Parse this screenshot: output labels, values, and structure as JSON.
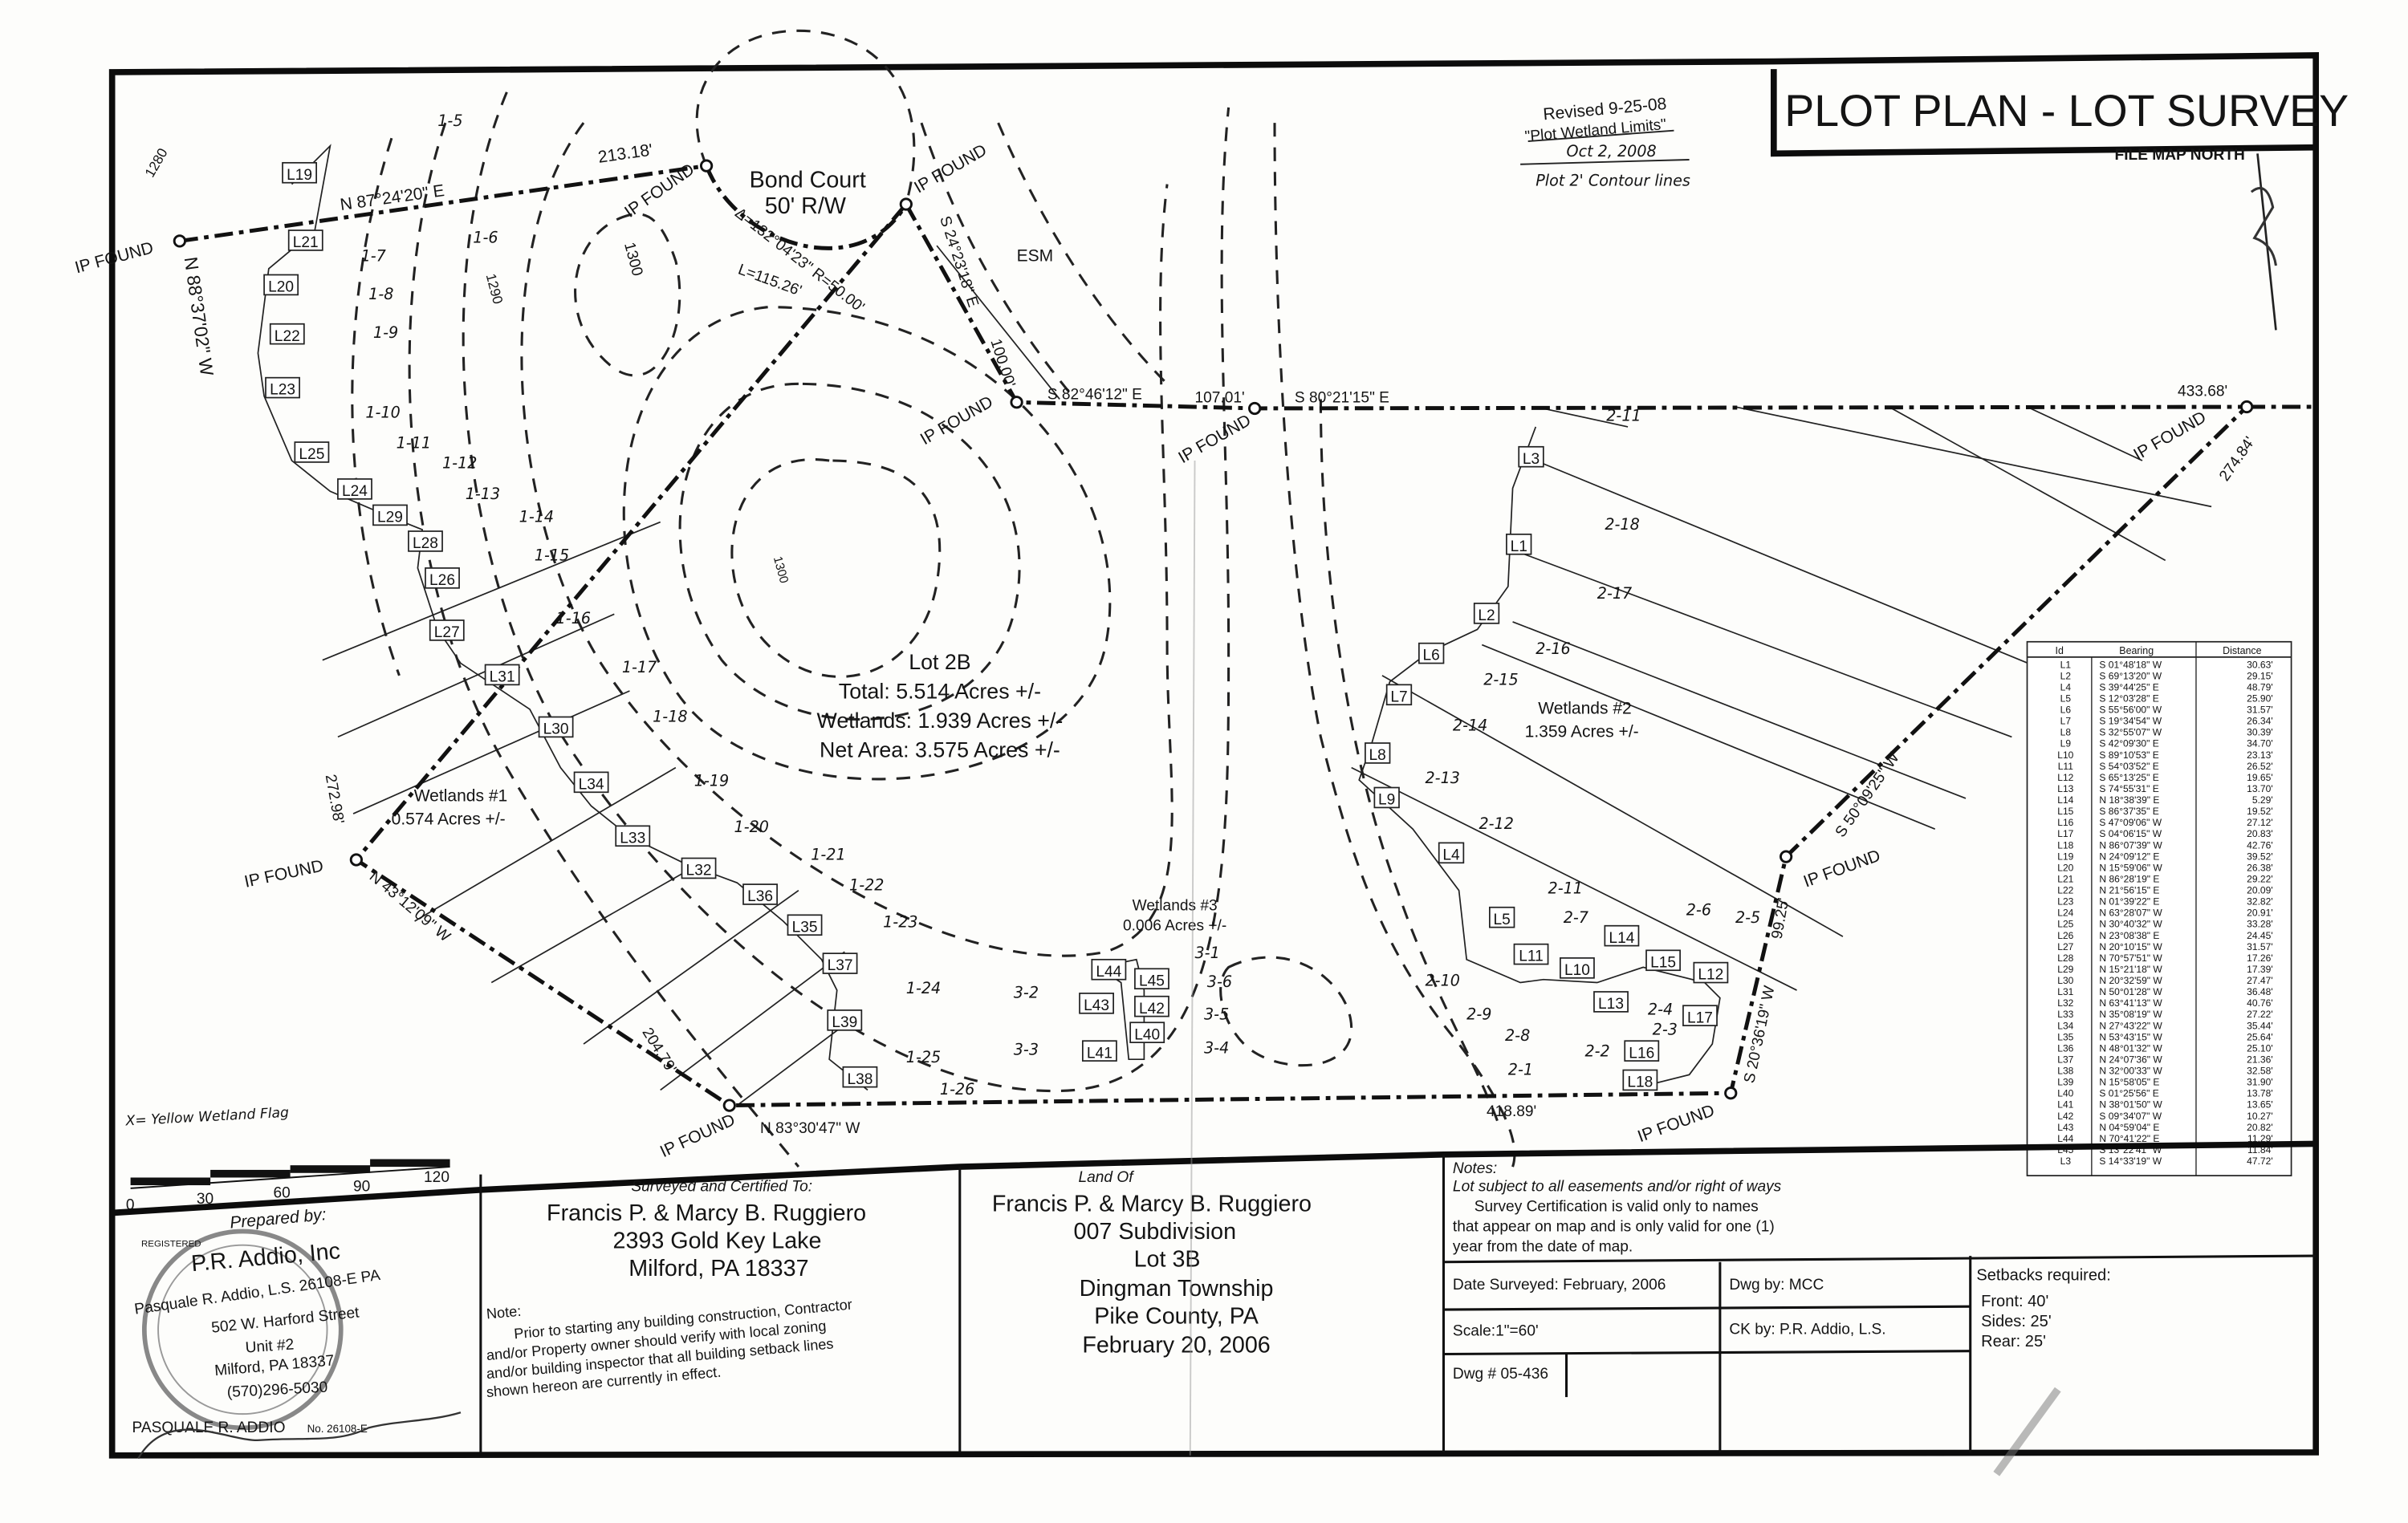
{
  "title": "PLOT PLAN - LOT SURVEY",
  "file_map_north": "FILE MAP NORTH",
  "revision": {
    "line1": "Revised 9-25-08",
    "line2": "\"Plot Wetland Limits\"",
    "date": "Oct 2, 2008",
    "note": "Plot 2' Contour lines"
  },
  "map": {
    "road_name": "Bond Court",
    "road_row": "50' R/W",
    "curve_delta": "Δ=132°04'23\"  R=50.00'",
    "curve_length": "L=115.26'",
    "esm": "ESM",
    "ip_found": "IP FOUND",
    "bearings": {
      "north_line": "N 87°24'20\" E",
      "north_dist": "213.18'",
      "cul_east": "S 24°23'18\" E",
      "cul_east_dist": "100.00'",
      "mid_line": "S 82°46'12\" E",
      "mid_dist": "107.01'",
      "east_line": "S 80°21'15\" E",
      "east_dist": "433.68'",
      "ne_dist": "274.84'",
      "se_line": "S 50°09'25\" W",
      "se_dist": "99.25'",
      "s_line": "S 20°36'19\" W",
      "south_dist": "418.89'",
      "south_line": "N 83°30'47\" W",
      "sw_dist": "204.79'",
      "sw_line": "N 43°12'09\" W",
      "west_dist": "272.98'",
      "west_line": "N 88°37'02\" W"
    },
    "contours": [
      "1280",
      "1290",
      "1300",
      "1300"
    ],
    "lot": {
      "name": "Lot 2B",
      "total": "Total: 5.514 Acres +/-",
      "wetlands": "Wetlands: 1.939 Acres +/-",
      "net": "Net Area: 3.575 Acres +/-"
    },
    "wetlands": [
      {
        "name": "Wetlands #1",
        "area": "0.574 Acres +/-"
      },
      {
        "name": "Wetlands #2",
        "area": "1.359 Acres +/-"
      },
      {
        "name": "Wetlands #3",
        "area": "0.006 Acres +/-"
      }
    ],
    "flag_legend": "X= Yellow Wetland Flag",
    "line_labels": [
      "L1",
      "L2",
      "L3",
      "L4",
      "L5",
      "L6",
      "L7",
      "L8",
      "L9",
      "L10",
      "L11",
      "L12",
      "L13",
      "L14",
      "L15",
      "L16",
      "L17",
      "L18",
      "L19",
      "L20",
      "L21",
      "L22",
      "L23",
      "L24",
      "L25",
      "L26",
      "L27",
      "L28",
      "L29",
      "L30",
      "L31",
      "L32",
      "L33",
      "L34",
      "L35",
      "L36",
      "L37",
      "L38",
      "L39",
      "L40",
      "L41",
      "L42",
      "L43",
      "L44",
      "L45"
    ],
    "flags": [
      "1-5",
      "1-6",
      "1-7",
      "1-8",
      "1-9",
      "1-10",
      "1-11",
      "1-12",
      "1-13",
      "1-14",
      "1-15",
      "1-16",
      "1-17",
      "1-18",
      "1-19",
      "1-20",
      "1-21",
      "1-22",
      "1-23",
      "1-24",
      "1-25",
      "1-26",
      "2-1",
      "2-2",
      "2-3",
      "2-4",
      "2-5",
      "2-6",
      "2-7",
      "2-8",
      "2-9",
      "2-10",
      "2-11",
      "2-12",
      "2-13",
      "2-14",
      "2-15",
      "2-16",
      "2-17",
      "2-18",
      "2-11",
      "3-1",
      "3-2",
      "3-3",
      "3-4",
      "3-5",
      "3-6"
    ]
  },
  "line_table": {
    "headers": [
      "Id",
      "Bearing",
      "Distance"
    ],
    "rows": [
      [
        "L1",
        "S 01°48'18\" W",
        "30.63'"
      ],
      [
        "L2",
        "S 69°13'20\" W",
        "29.15'"
      ],
      [
        "L4",
        "S 39°44'25\" E",
        "48.79'"
      ],
      [
        "L5",
        "S 12°03'28\" E",
        "25.90'"
      ],
      [
        "L6",
        "S 55°56'00\" W",
        "31.57'"
      ],
      [
        "L7",
        "S 19°34'54\" W",
        "26.34'"
      ],
      [
        "L8",
        "S 32°55'07\" W",
        "30.39'"
      ],
      [
        "L9",
        "S 42°09'30\" E",
        "34.70'"
      ],
      [
        "L10",
        "S 89°10'53\" E",
        "23.13'"
      ],
      [
        "L11",
        "S 54°03'52\" E",
        "26.52'"
      ],
      [
        "L12",
        "S 65°13'25\" E",
        "19.65'"
      ],
      [
        "L13",
        "S 74°55'31\" E",
        "13.70'"
      ],
      [
        "L14",
        "N 18°38'39\" E",
        "5.29'"
      ],
      [
        "L15",
        "S 86°37'35\" E",
        "19.52'"
      ],
      [
        "L16",
        "S 47°09'06\" W",
        "27.12'"
      ],
      [
        "L17",
        "S 04°06'15\" W",
        "20.83'"
      ],
      [
        "L18",
        "N 86°07'39\" W",
        "42.76'"
      ],
      [
        "L19",
        "N 24°09'12\" E",
        "39.52'"
      ],
      [
        "L20",
        "N 15°59'06\" W",
        "26.38'"
      ],
      [
        "L21",
        "N 86°28'19\" E",
        "29.22'"
      ],
      [
        "L22",
        "N 21°56'15\" E",
        "20.09'"
      ],
      [
        "L23",
        "N 01°39'22\" E",
        "32.82'"
      ],
      [
        "L24",
        "N 63°28'07\" W",
        "20.91'"
      ],
      [
        "L25",
        "N 30°40'32\" W",
        "33.28'"
      ],
      [
        "L26",
        "N 23°08'38\" E",
        "24.45'"
      ],
      [
        "L27",
        "N 20°10'15\" W",
        "31.57'"
      ],
      [
        "L28",
        "N 70°57'51\" W",
        "17.26'"
      ],
      [
        "L29",
        "N 15°21'18\" W",
        "17.39'"
      ],
      [
        "L30",
        "N 20°32'59\" W",
        "27.47'"
      ],
      [
        "L31",
        "N 50°01'28\" W",
        "36.48'"
      ],
      [
        "L32",
        "N 63°41'13\" W",
        "40.76'"
      ],
      [
        "L33",
        "N 35°08'19\" W",
        "27.22'"
      ],
      [
        "L34",
        "N 27°43'22\" W",
        "35.44'"
      ],
      [
        "L35",
        "N 53°43'15\" W",
        "25.64'"
      ],
      [
        "L36",
        "N 48°01'32\" W",
        "25.10'"
      ],
      [
        "L37",
        "N 24°07'36\" W",
        "21.36'"
      ],
      [
        "L38",
        "N 32°00'33\" W",
        "32.58'"
      ],
      [
        "L39",
        "N 15°58'05\" E",
        "31.90'"
      ],
      [
        "L40",
        "S 01°25'56\" E",
        "13.78'"
      ],
      [
        "L41",
        "N 38°01'50\" W",
        "13.65'"
      ],
      [
        "L42",
        "S 09°34'07\" W",
        "10.27'"
      ],
      [
        "L43",
        "N 04°59'04\" E",
        "20.82'"
      ],
      [
        "L44",
        "N 70°41'22\" E",
        "11.29'"
      ],
      [
        "L45",
        "S 13°22'41\" W",
        "11.84'"
      ],
      [
        "L3",
        "S 14°33'19\" W",
        "47.72'"
      ]
    ]
  },
  "scale_bar": {
    "ticks": [
      "0",
      "30",
      "60",
      "90",
      "120"
    ]
  },
  "prepared_by": {
    "label": "Prepared by:",
    "company": "P.R. Addio, Inc",
    "surveyor": "Pasquale R. Addio, L.S. 26108-E PA",
    "street": "502 W. Harford Street",
    "unit": "Unit #2",
    "city": "Milford, PA 18337",
    "phone": "(570)296-5030",
    "seal_name": "PASQUALE R. ADDIO",
    "seal_number": "No. 26108-E",
    "seal_registered": "REGISTERED"
  },
  "certified_to": {
    "label": "Surveyed and Certified To:",
    "name": "Francis P. & Marcy B. Ruggiero",
    "address1": "2393 Gold Key Lake",
    "address2": "Milford, PA 18337"
  },
  "note": {
    "label": "Note:",
    "lines": [
      "Prior to starting any building construction, Contractor",
      "and/or Property owner should verify with local zoning",
      "and/or building inspector that all building setback lines",
      "shown hereon are currently in effect."
    ]
  },
  "land_of": {
    "label": "Land Of",
    "name": "Francis P. & Marcy B. Ruggiero",
    "subdivision": "007 Subdivision",
    "lot": "Lot 3B",
    "township": "Dingman Township",
    "county": "Pike County, PA",
    "date": "February 20, 2006"
  },
  "notes": {
    "label": "Notes:",
    "line1": "Lot subject to all easements and/or right of ways",
    "lines": [
      "Survey Certification is valid only to names",
      "that appear on map and is only valid for one (1)",
      "year from the date of map."
    ]
  },
  "info": {
    "date_surveyed": "Date Surveyed: February, 2006",
    "dwg_by": "Dwg by: MCC",
    "scale": "Scale:1\"=60'",
    "ck_by": "CK by:  P.R. Addio, L.S.",
    "dwg_no": "Dwg # 05-436"
  },
  "setbacks": {
    "label": "Setbacks required:",
    "front": "Front: 40'",
    "sides": "Sides: 25'",
    "rear": "Rear: 25'"
  }
}
